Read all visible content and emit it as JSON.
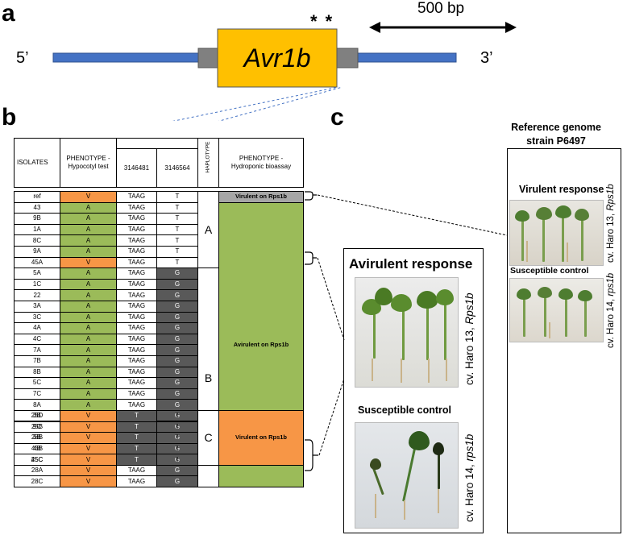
{
  "panels": {
    "a": "a",
    "b": "b",
    "c": "c"
  },
  "gene_diagram": {
    "five_prime": "5’",
    "three_prime": "3’",
    "gene_name": "Avr1b",
    "asterisks": "* *",
    "scale": "500 bp",
    "colors": {
      "flank": "#4472c4",
      "utr": "#808080",
      "cds": "#ffc000"
    }
  },
  "table": {
    "headers": {
      "isolates": "ISOLATES",
      "phenotype_hypocotyl": "PHENOTYPE - Hypocotyl test",
      "pos1": "3146481",
      "pos2": "3146564",
      "haplotype": "HAPLOTYPE",
      "phenotype_hydroponic": "PHENOTYPE - Hydroponic bioassay"
    },
    "rows": [
      {
        "isolate": "ref",
        "pheno": "V",
        "pos1": "TAAG",
        "pos2": "T"
      },
      {
        "isolate": "43",
        "pheno": "A",
        "pos1": "TAAG",
        "pos2": "T"
      },
      {
        "isolate": "9B",
        "pheno": "A",
        "pos1": "TAAG",
        "pos2": "T"
      },
      {
        "isolate": "1A",
        "pheno": "A",
        "pos1": "TAAG",
        "pos2": "T"
      },
      {
        "isolate": "8C",
        "pheno": "A",
        "pos1": "TAAG",
        "pos2": "T"
      },
      {
        "isolate": "9A",
        "pheno": "A",
        "pos1": "TAAG",
        "pos2": "T"
      },
      {
        "isolate": "45A",
        "pheno": "V",
        "pos1": "TAAG",
        "pos2": "T"
      },
      {
        "isolate": "5A",
        "pheno": "A",
        "pos1": "TAAG",
        "pos2": "G"
      },
      {
        "isolate": "1C",
        "pheno": "A",
        "pos1": "TAAG",
        "pos2": "G"
      },
      {
        "isolate": "22",
        "pheno": "A",
        "pos1": "TAAG",
        "pos2": "G"
      },
      {
        "isolate": "3A",
        "pheno": "A",
        "pos1": "TAAG",
        "pos2": "G"
      },
      {
        "isolate": "3C",
        "pheno": "A",
        "pos1": "TAAG",
        "pos2": "G"
      },
      {
        "isolate": "4A",
        "pheno": "A",
        "pos1": "TAAG",
        "pos2": "G"
      },
      {
        "isolate": "4C",
        "pheno": "A",
        "pos1": "TAAG",
        "pos2": "G"
      },
      {
        "isolate": "7A",
        "pheno": "A",
        "pos1": "TAAG",
        "pos2": "G"
      },
      {
        "isolate": "7B",
        "pheno": "A",
        "pos1": "TAAG",
        "pos2": "G"
      },
      {
        "isolate": "8B",
        "pheno": "A",
        "pos1": "TAAG",
        "pos2": "G"
      },
      {
        "isolate": "5C",
        "pheno": "A",
        "pos1": "TAAG",
        "pos2": "G"
      },
      {
        "isolate": "7C",
        "pheno": "A",
        "pos1": "TAAG",
        "pos2": "G"
      },
      {
        "isolate": "8A",
        "pheno": "A",
        "pos1": "TAAG",
        "pos2": "G"
      },
      {
        "isolate": "3B",
        "pheno": "A",
        "pos1": "TAAG",
        "pos2": "G"
      },
      {
        "isolate": "9C",
        "pheno": "A",
        "pos1": "TAAG",
        "pos2": "G"
      },
      {
        "isolate": "5B",
        "pheno": "A",
        "pos1": "TAAG",
        "pos2": "G"
      },
      {
        "isolate": "4B",
        "pheno": "A",
        "pos1": "TAAG",
        "pos2": "G"
      },
      {
        "isolate": "25C",
        "pheno": "V",
        "pos1": "TAAG",
        "pos2": "G"
      },
      {
        "isolate": "28A",
        "pheno": "V",
        "pos1": "TAAG",
        "pos2": "G"
      },
      {
        "isolate": "28C",
        "pheno": "V",
        "pos1": "TAAG",
        "pos2": "G"
      }
    ],
    "rows_c": [
      {
        "isolate": "25D",
        "pheno": "V",
        "pos1": "T",
        "pos2": "T"
      },
      {
        "isolate": "25B",
        "pheno": "V",
        "pos1": "T",
        "pos2": "T"
      },
      {
        "isolate": "28B",
        "pheno": "V",
        "pos1": "T",
        "pos2": "T"
      },
      {
        "isolate": "45B",
        "pheno": "V",
        "pos1": "T",
        "pos2": "T"
      },
      {
        "isolate": "45C",
        "pheno": "V",
        "pos1": "T",
        "pos2": "T"
      }
    ],
    "haplotypes": {
      "a": "A",
      "b": "B",
      "c": "C"
    },
    "bioassay": {
      "ref": "Virulent on Rps1b",
      "avirulent": "Avirulent on Rps1b",
      "c": "Virulent on Rps1b"
    },
    "colors": {
      "V": "#f79646",
      "A": "#9bbb59",
      "dark": "#595959",
      "ref": "#a6a6a6"
    }
  },
  "panel_c": {
    "reference_title": "Reference genome strain P6497",
    "virulent_response": "Virulent response",
    "susceptible_control_small": "Susceptible control",
    "ref_top_label": "cv. Haro 13, ",
    "ref_top_gene": "Rps1b",
    "ref_bottom_label": "cv. Haro 14, ",
    "ref_bottom_gene": "rps1b",
    "avirulent_response": "Avirulent response",
    "susceptible_control": "Susceptible control",
    "avr_top_label": "cv. Haro 13, ",
    "avr_top_gene": "Rps1b",
    "avr_bottom_label": "cv. Haro 14, ",
    "avr_bottom_gene": "rps1b"
  }
}
